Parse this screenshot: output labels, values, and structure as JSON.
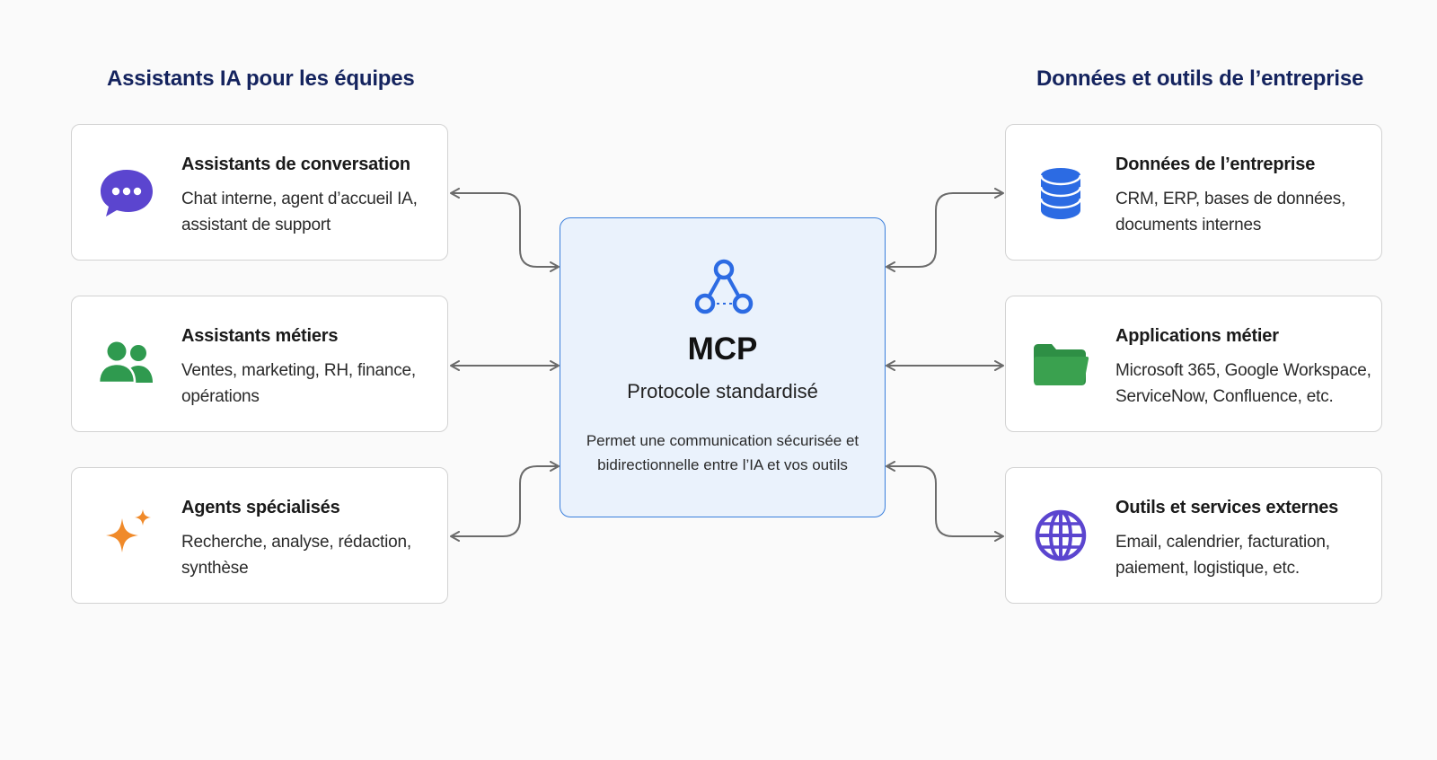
{
  "columns": {
    "left_title": "Assistants IA pour les équipes",
    "right_title": "Données et outils de l’entreprise"
  },
  "left_cards": [
    {
      "icon": "chat-bubble-icon",
      "title": "Assistants de conversation",
      "desc": "Chat interne, agent d’accueil IA, assistant de support"
    },
    {
      "icon": "users-icon",
      "title": "Assistants métiers",
      "desc": "Ventes, marketing, RH, finance, opérations"
    },
    {
      "icon": "sparkle-icon",
      "title": "Agents spécialisés",
      "desc": "Recherche, analyse, rédaction, synthèse"
    }
  ],
  "right_cards": [
    {
      "icon": "database-icon",
      "title": "Données de l’entreprise",
      "desc": "CRM, ERP, bases de données, documents internes"
    },
    {
      "icon": "folder-icon",
      "title": "Applications métier",
      "desc": "Microsoft 365, Google Workspace, ServiceNow, Confluence, etc."
    },
    {
      "icon": "globe-icon",
      "title": "Outils et services externes",
      "desc": "Email, calendrier, facturation, paiement, logistique, etc."
    }
  ],
  "center": {
    "icon": "network-nodes-icon",
    "title": "MCP",
    "subtitle": "Protocole standardisé",
    "description": "Permet une communication sécurisée et bidirectionnelle entre l’IA et vos outils"
  },
  "colors": {
    "heading": "#14235e",
    "chat": "#5b45cf",
    "users": "#2f9a4f",
    "sparkle": "#f08a2a",
    "database": "#2c6be3",
    "folder": "#3aa14f",
    "globe": "#5b45cf",
    "center_border": "#3a7fdc",
    "center_fill": "#eaf2fc",
    "connector": "#6b6b6b"
  }
}
